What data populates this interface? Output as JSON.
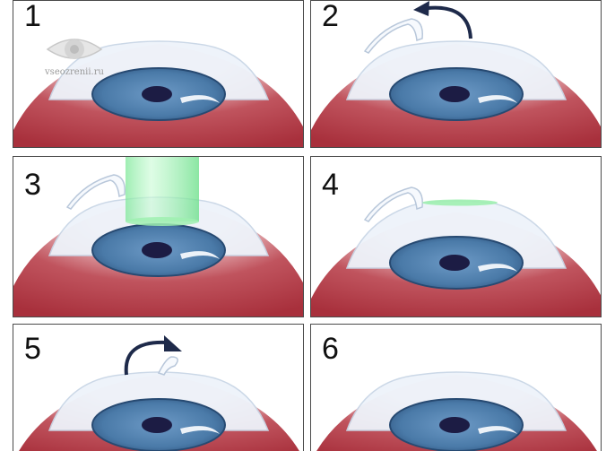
{
  "watermark": {
    "text": "vseozrenii.ru",
    "icon": "eye-logo-icon"
  },
  "panels": [
    {
      "step": "1"
    },
    {
      "step": "2"
    },
    {
      "step": "3"
    },
    {
      "step": "4"
    },
    {
      "step": "5"
    },
    {
      "step": "6"
    }
  ],
  "colors": {
    "sclera_red": "#a8303c",
    "iris_blue": "#4a7aa8",
    "pupil": "#1c1c44",
    "laser_green": "#9ff0b0",
    "arrow": "#1e2a4a",
    "cornea": "#eef3fa"
  }
}
